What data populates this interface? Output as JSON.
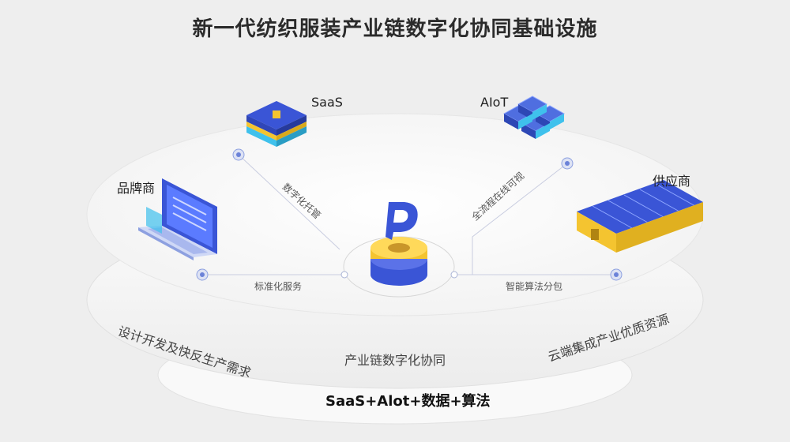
{
  "title": "新一代纺织服装产业链数字化协同基础设施",
  "nodes": {
    "saas": "SaaS",
    "aiot": "AIoT",
    "brand": "品牌商",
    "supplier": "供应商"
  },
  "links": {
    "digital_hosting": "数字化托管",
    "full_process_visible": "全流程在线可视",
    "standard_service": "标准化服务",
    "smart_algorithm": "智能算法分包"
  },
  "ring": {
    "left": "设计开发及快反生产需求",
    "center": "产业链数字化协同",
    "right": "云端集成产业优质资源"
  },
  "base": "SaaS+Alot+数据+算法",
  "colors": {
    "accent_blue": "#3a55d6",
    "accent_yellow": "#f4c430",
    "cyan": "#3fc1ec"
  }
}
